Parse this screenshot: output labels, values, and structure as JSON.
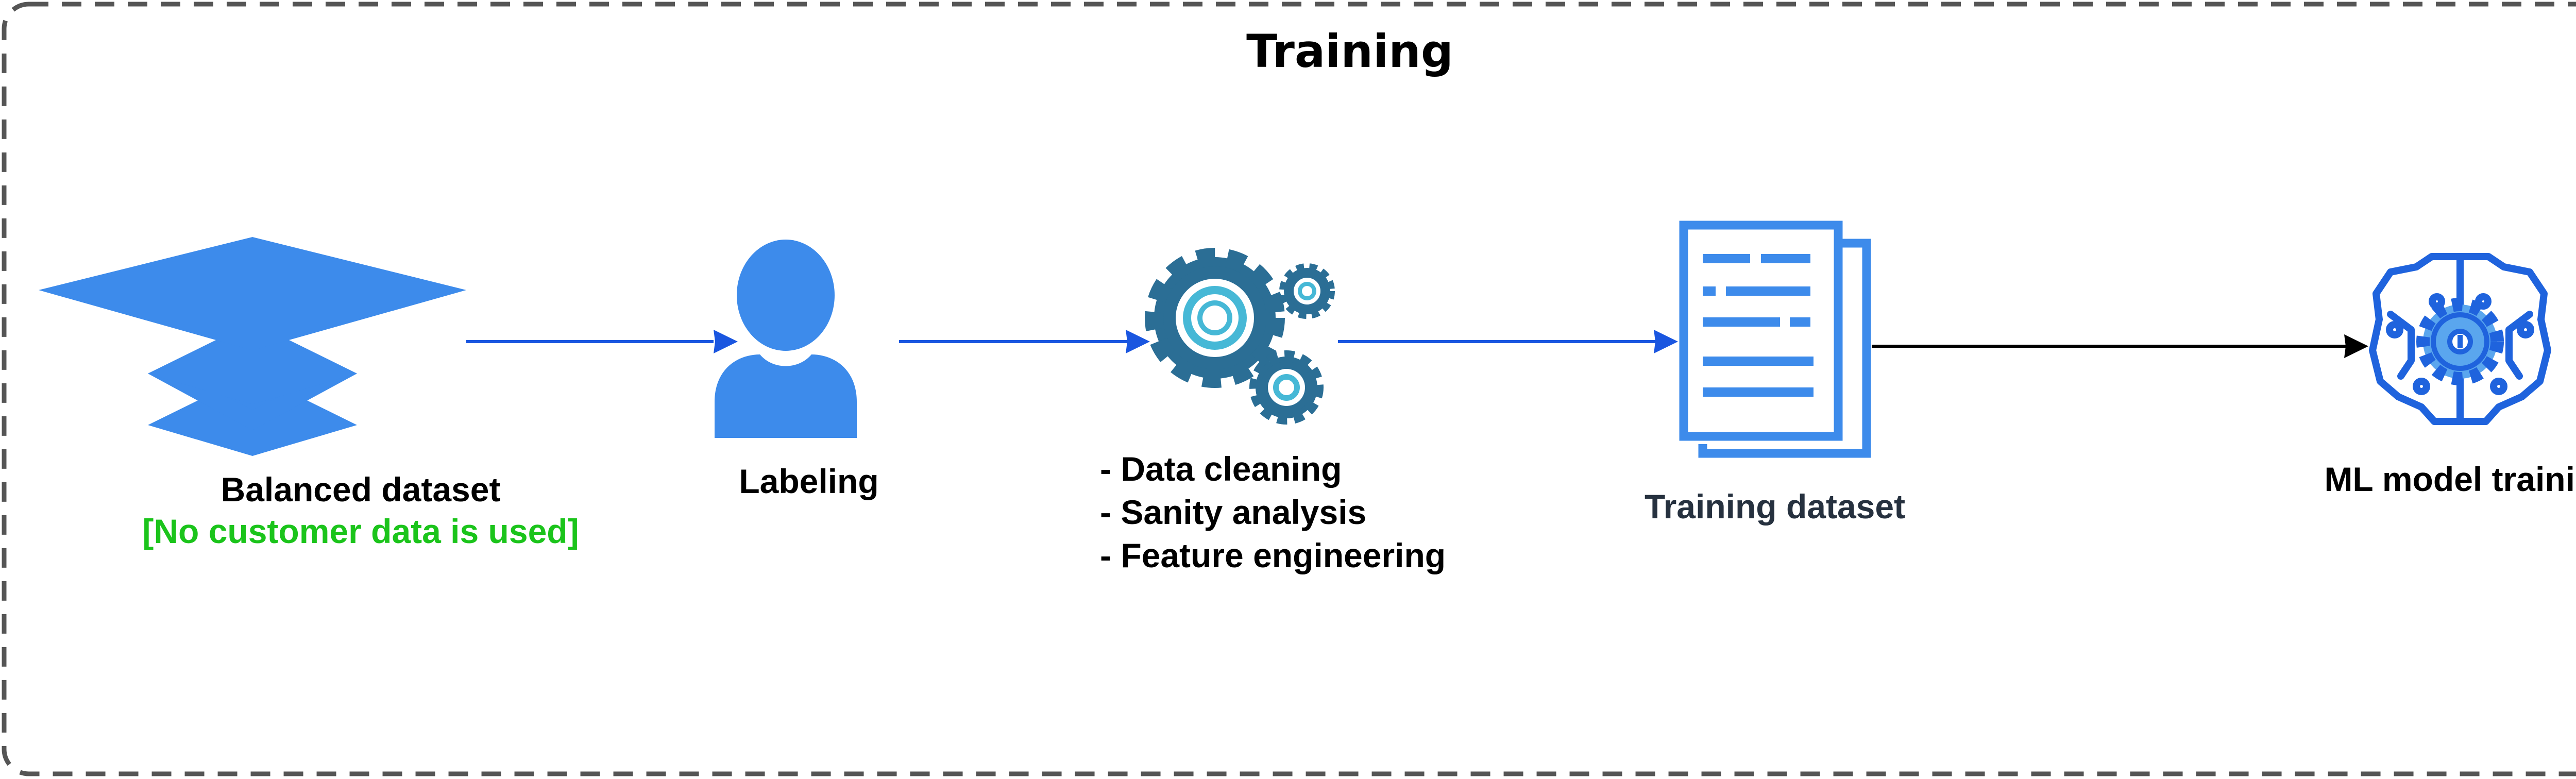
{
  "diagram": {
    "title": "Training",
    "nodes": [
      {
        "id": "balanced",
        "icon": "layers-icon",
        "label": "Balanced dataset",
        "note": "[No customer data is used]"
      },
      {
        "id": "labeling",
        "icon": "user-icon",
        "label": "Labeling"
      },
      {
        "id": "processing",
        "icon": "gears-icon",
        "steps": [
          "- Data cleaning",
          "- Sanity analysis",
          "- Feature engineering"
        ]
      },
      {
        "id": "training_dataset",
        "icon": "document-icon",
        "label": "Training dataset"
      },
      {
        "id": "ml_training",
        "icon": "brain-gear-icon",
        "label": "ML model training"
      }
    ],
    "edges": [
      {
        "from": "balanced",
        "to": "labeling",
        "color": "#1a56e0"
      },
      {
        "from": "labeling",
        "to": "processing",
        "color": "#1a56e0"
      },
      {
        "from": "processing",
        "to": "training_dataset",
        "color": "#1a56e0"
      },
      {
        "from": "training_dataset",
        "to": "ml_training",
        "color": "#000000"
      }
    ],
    "colors": {
      "icon_blue": "#3d8beb",
      "gear_dark": "#2b6e95",
      "gear_light": "#46b8d6",
      "note_green": "#1bc41b",
      "border": "#555555"
    }
  }
}
